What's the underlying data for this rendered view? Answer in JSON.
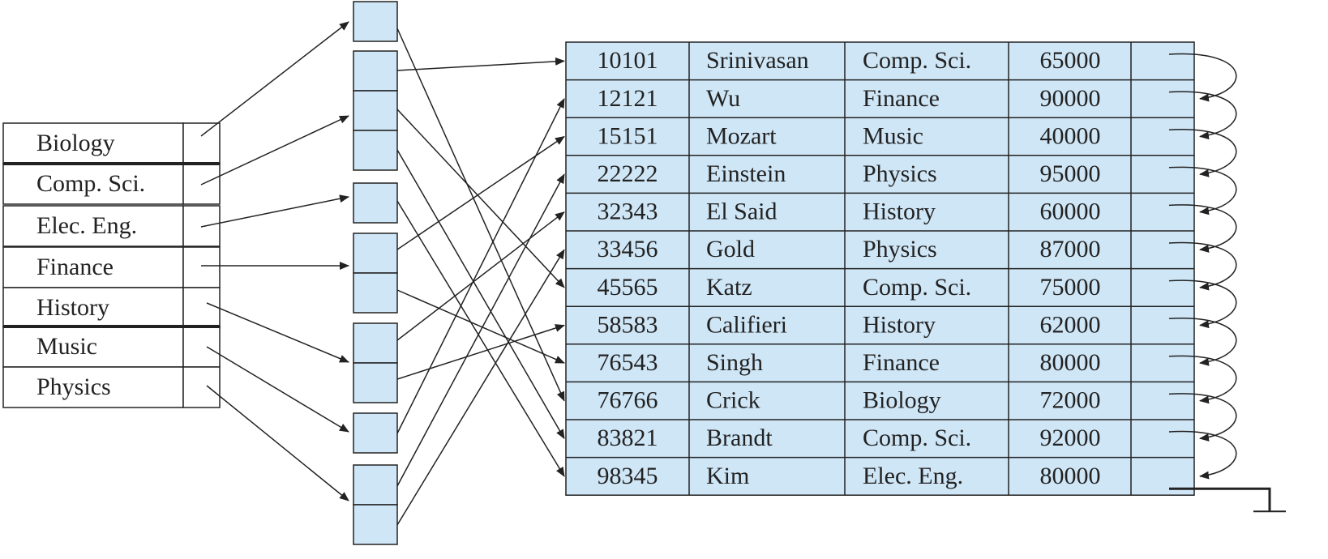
{
  "departments": [
    "Biology",
    "Comp. Sci.",
    "Elec. Eng.",
    "Finance",
    "History",
    "Music",
    "Physics"
  ],
  "instructors": [
    {
      "id": "10101",
      "name": "Srinivasan",
      "dept": "Comp. Sci.",
      "salary": "65000"
    },
    {
      "id": "12121",
      "name": "Wu",
      "dept": "Finance",
      "salary": "90000"
    },
    {
      "id": "15151",
      "name": "Mozart",
      "dept": "Music",
      "salary": "40000"
    },
    {
      "id": "22222",
      "name": "Einstein",
      "dept": "Physics",
      "salary": "95000"
    },
    {
      "id": "32343",
      "name": "El Said",
      "dept": "History",
      "salary": "60000"
    },
    {
      "id": "33456",
      "name": "Gold",
      "dept": "Physics",
      "salary": "87000"
    },
    {
      "id": "45565",
      "name": "Katz",
      "dept": "Comp. Sci.",
      "salary": "75000"
    },
    {
      "id": "58583",
      "name": "Califieri",
      "dept": "History",
      "salary": "62000"
    },
    {
      "id": "76543",
      "name": "Singh",
      "dept": "Finance",
      "salary": "80000"
    },
    {
      "id": "76766",
      "name": "Crick",
      "dept": "Biology",
      "salary": "72000"
    },
    {
      "id": "83821",
      "name": "Brandt",
      "dept": "Comp. Sci.",
      "salary": "92000"
    },
    {
      "id": "98345",
      "name": "Kim",
      "dept": "Elec. Eng.",
      "salary": "80000"
    }
  ],
  "colors": {
    "box_fill": "#cfe6f6",
    "stroke": "#222222",
    "background": "#ffffff"
  }
}
